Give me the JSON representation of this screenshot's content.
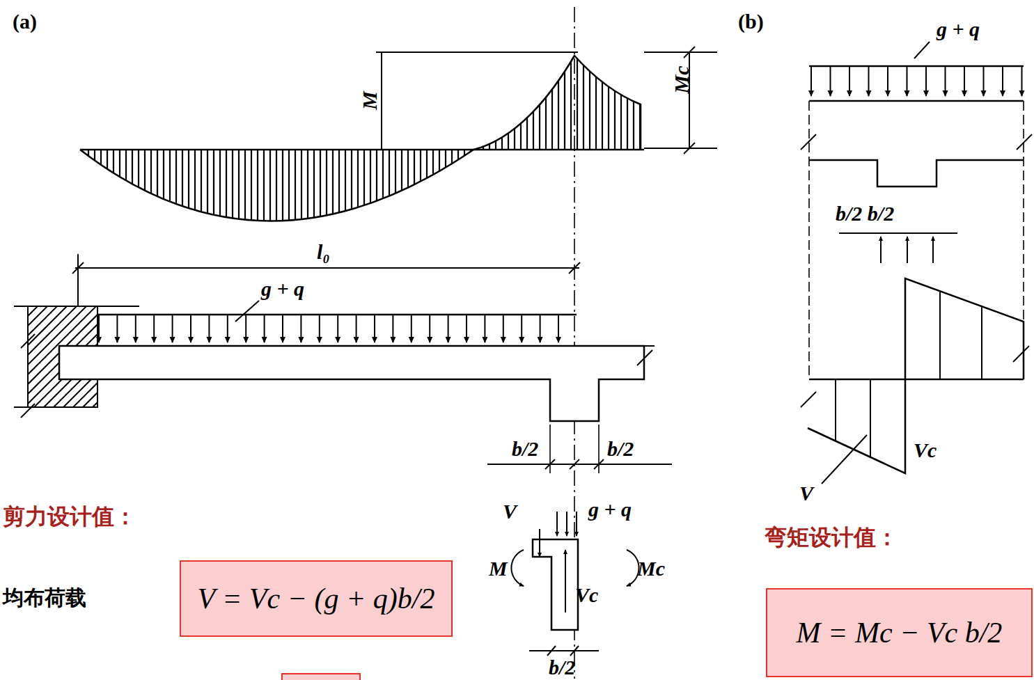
{
  "diagram": {
    "nodes": [
      {
        "text": [
          "V = Vc − (g + q)b/2"
        ]
      },
      {
        "text": [
          "M = Mc − Vc b/2"
        ]
      }
    ],
    "labels": [
      "(a)",
      "M",
      "Mc",
      "l₀",
      "g + q",
      "b/2",
      "b/2",
      "剪力设计值：",
      "均布荷载",
      "V",
      "M",
      "g + q",
      "Mc",
      "Vc",
      "b/2",
      "(b)",
      "g + q",
      "b/2 b/2",
      "Vc",
      "V",
      "弯矩设计值："
    ]
  }
}
